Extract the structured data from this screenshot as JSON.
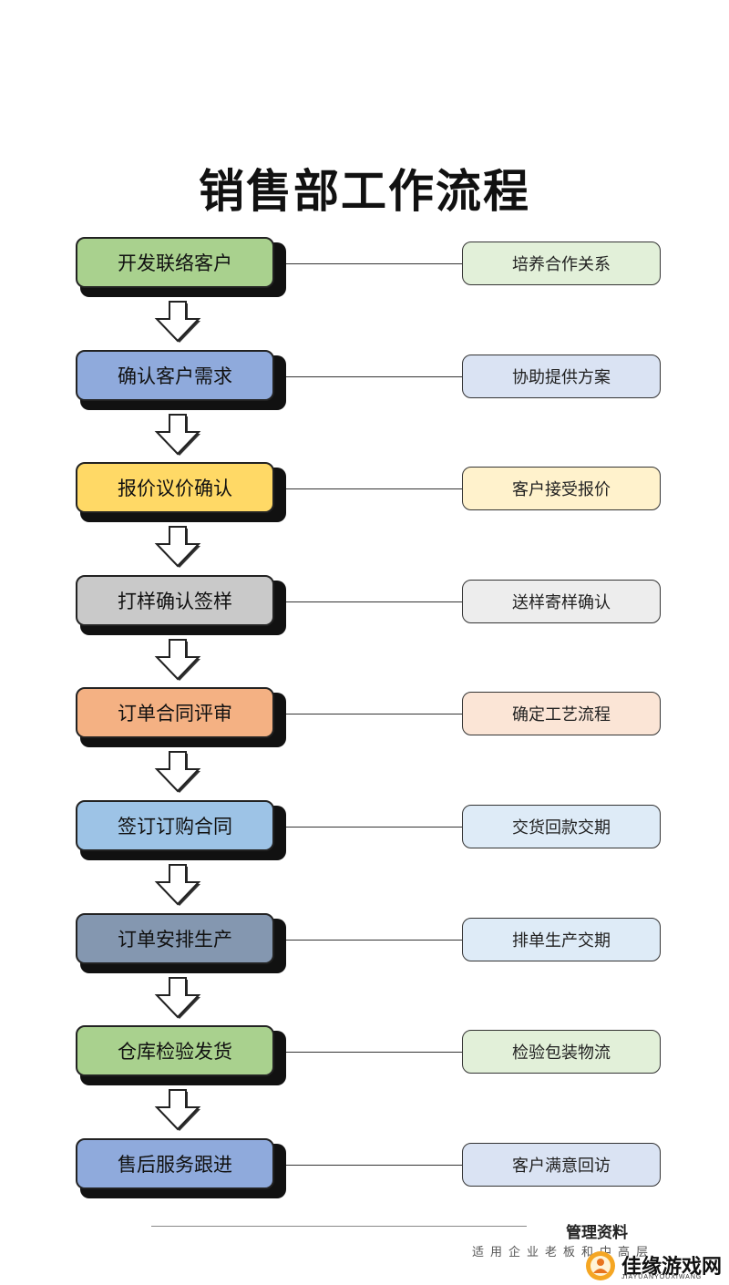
{
  "title": "销售部工作流程",
  "steps": [
    {
      "label": "开发联络客户",
      "color": "#a9d18e",
      "note": "培养合作关系",
      "note_color": "#e2f0d9"
    },
    {
      "label": "确认客户需求",
      "color": "#8faadc",
      "note": "协助提供方案",
      "note_color": "#dae3f3"
    },
    {
      "label": "报价议价确认",
      "color": "#ffd966",
      "note": "客户接受报价",
      "note_color": "#fff2cc"
    },
    {
      "label": "打样确认签样",
      "color": "#c9c9c9",
      "note": "送样寄样确认",
      "note_color": "#ededed"
    },
    {
      "label": "订单合同评审",
      "color": "#f4b183",
      "note": "确定工艺流程",
      "note_color": "#fbe5d6"
    },
    {
      "label": "签订订购合同",
      "color": "#9dc3e6",
      "note": "交货回款交期",
      "note_color": "#deebf7"
    },
    {
      "label": "订单安排生产",
      "color": "#8497b0",
      "note": "排单生产交期",
      "note_color": "#deebf7"
    },
    {
      "label": "仓库检验发货",
      "color": "#a9d18e",
      "note": "检验包装物流",
      "note_color": "#e2f0d9"
    },
    {
      "label": "售后服务跟进",
      "color": "#8faadc",
      "note": "客户满意回访",
      "note_color": "#dae3f3"
    }
  ],
  "footer": {
    "title": "管理资料",
    "subtitle": "适用企业老板和中高层"
  },
  "watermark": {
    "name": "佳缘游戏网",
    "sub": "JIAYUANYOUXIWANG"
  }
}
